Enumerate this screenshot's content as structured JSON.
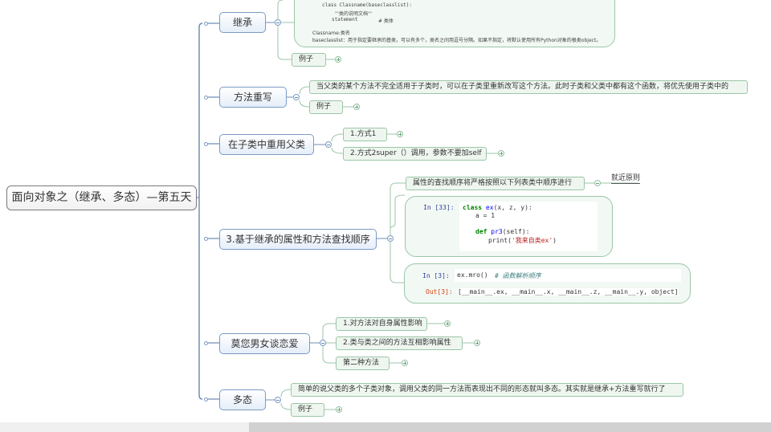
{
  "root": {
    "label": "面向对象之（继承、多态）—第五天"
  },
  "branches": [
    {
      "label": "继承",
      "children": {
        "syntax_card": {
          "code_line1": "class Classname(baseclasslist):",
          "code_line2": "'''类的说明文档'''",
          "code_line3_left": "statement",
          "code_line3_right": "# 类体",
          "desc1": "Classname:类名",
          "desc2": "baseclasslist：用于指定要继承的基类，可以有多个，类名之间用逗号分隔。如果不指定，将默认使用所有Python对象的根类object。"
        },
        "example": "例子"
      }
    },
    {
      "label": "方法重写",
      "children": {
        "note": "当父类的某个方法不完全适用于子类时，可以在子类里重新改写这个方法。此时子类和父类中都有这个函数，将优先使用子类中的",
        "example": "例子"
      }
    },
    {
      "label": "在子类中重用父类",
      "children": {
        "way1": "1.方式1",
        "way2": "2.方式2super（）调用，参数不要加self"
      }
    },
    {
      "label": "3.基于继承的属性和方法查找顺序",
      "children": {
        "note": "属性的查找顺序将严格按照以下列表类中顺序进行",
        "note_label": "就近原则",
        "code_cell1": {
          "prompt": "In  [33]:",
          "line1_kw": "class",
          "line1_name": "ex",
          "line1_rest": "(x, z, y):",
          "line2": "a = 1",
          "line3_kw": "def",
          "line3_name": "pr3",
          "line3_rest": "(self):",
          "line4_fn": "print(",
          "line4_str": "'我来自类ex'",
          "line4_end": ")"
        },
        "code_cell2": {
          "in_prompt": "In  [3]:",
          "in_code": "ex.mro()",
          "in_comment": "# 函数解析顺序",
          "out_prompt": "Out[3]:",
          "out_value": "[__main__.ex, __main__.x, __main__.z, __main__.y, object]"
        }
      }
    },
    {
      "label": "莫您男女谈恋爱",
      "children": {
        "item1": "1.对方法对自身属性影响",
        "item2": "2.类与类之间的方法互相影响属性",
        "item3": "第二种方法"
      }
    },
    {
      "label": "多态",
      "children": {
        "note": "简单的说父类的多个子类对象，调用父类的同一方法而表现出不同的形态就叫多态。其实就是继承+方法重写就行了",
        "example": "例子"
      }
    }
  ],
  "colors": {
    "main_border": "#7b9bc4",
    "leaf_border": "#9cc6a8",
    "leaf_fill": "#eef6ef",
    "trunk": "#6f8fb6"
  }
}
